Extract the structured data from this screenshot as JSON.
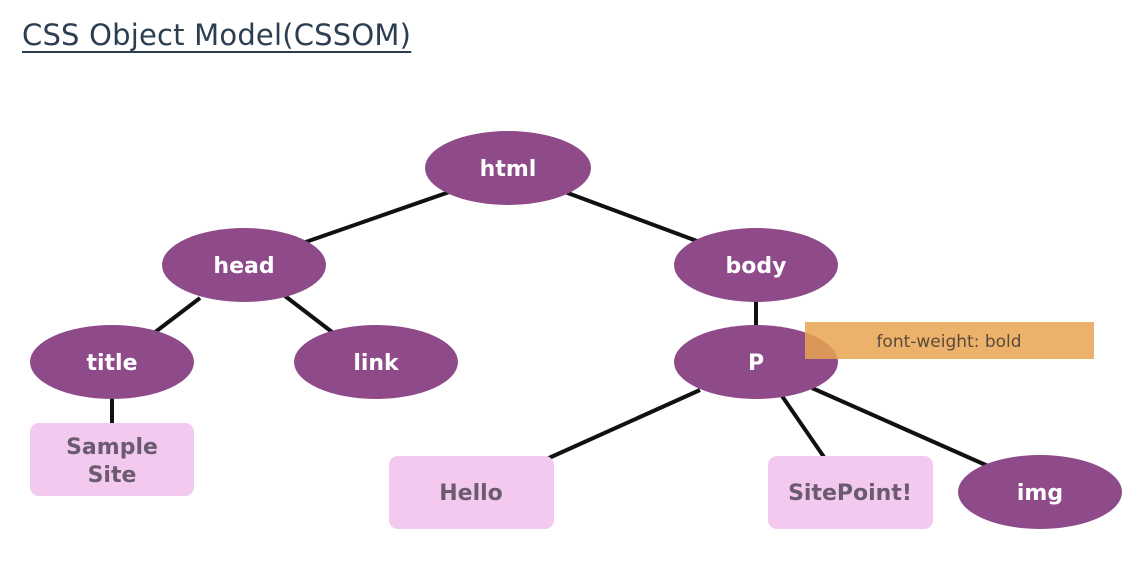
{
  "title": "CSS Object Model(CSSOM)",
  "colors": {
    "element_node": "#8e4a89",
    "text_node": "#f4c9f0",
    "annotation": "#e9b06a",
    "edge": "#111111"
  },
  "nodes": {
    "html": "html",
    "head": "head",
    "body": "body",
    "title": "title",
    "link": "link",
    "p": "P",
    "img": "img"
  },
  "text_nodes": {
    "sample_site_line1": "Sample",
    "sample_site_line2": "Site",
    "hello": "Hello",
    "sitepoint": "SitePoint!"
  },
  "annotation": {
    "text": "font-weight: bold"
  }
}
